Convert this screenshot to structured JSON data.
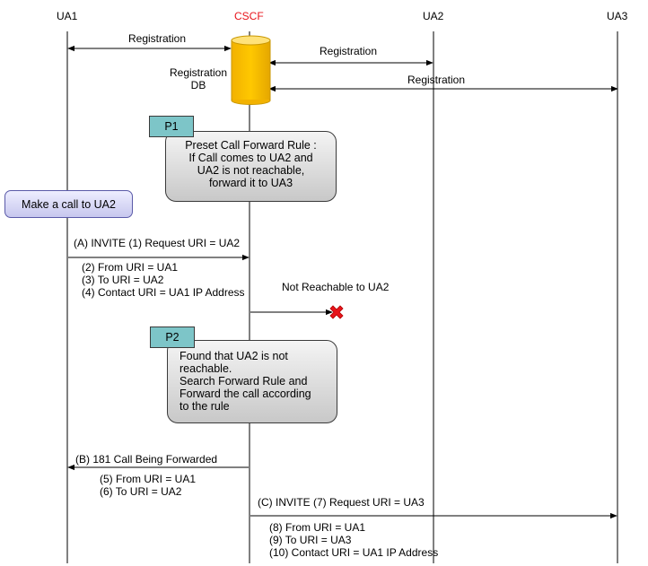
{
  "participants": {
    "ua1": "UA1",
    "cscf": "CSCF",
    "ua2": "UA2",
    "ua3": "UA3"
  },
  "colors": {
    "cscf_header": "#e8141b",
    "db_fill": "#ffc000",
    "note_tag": "#7dc5c8",
    "error_mark": "#e8141b"
  },
  "database": {
    "label_line1": "Registration",
    "label_line2": "DB"
  },
  "registrations": {
    "ua1_cscf": "Registration",
    "cscf_ua2": "Registration",
    "cscf_ua3": "Registration"
  },
  "note_p1": {
    "tag": "P1",
    "lines": [
      "Preset Call Forward Rule :",
      "If Call comes to UA2 and",
      "UA2 is not reachable,",
      "forward it to UA3"
    ]
  },
  "action_button": {
    "label": "Make a call to UA2"
  },
  "invite_a": {
    "label": "(A) INVITE (1) Request URI = UA2",
    "details": [
      "(2) From URI = UA1",
      "(3) To URI = UA2",
      "(4) Contact URI = UA1 IP Address"
    ]
  },
  "not_reachable": {
    "label": "Not Reachable to UA2"
  },
  "note_p2": {
    "tag": "P2",
    "lines": [
      "Found that UA2 is not",
      "reachable.",
      "Search Forward Rule and",
      "Forward the call according",
      "to the rule"
    ]
  },
  "response_b": {
    "label": "(B) 181 Call Being Forwarded",
    "details": [
      "(5) From URI = UA1",
      "(6) To URI = UA2"
    ]
  },
  "invite_c": {
    "label": "(C) INVITE (7) Request URI = UA3",
    "details": [
      "(8) From URI = UA1",
      "(9) To URI = UA3",
      "(10) Contact URI = UA1 IP Address"
    ]
  }
}
